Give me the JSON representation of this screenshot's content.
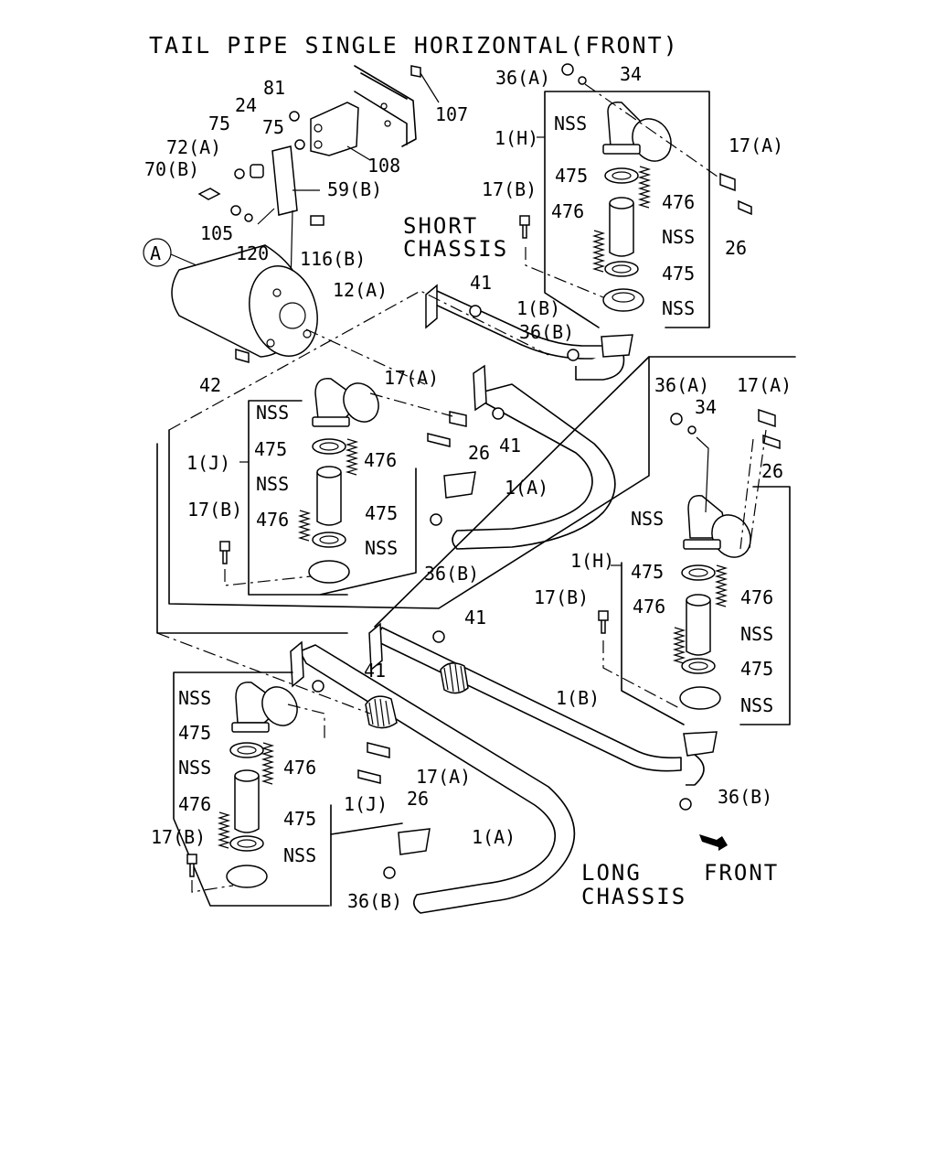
{
  "title": "TAIL PIPE SINGLE HORIZONTAL(FRONT)",
  "sections": {
    "short_chassis": [
      "SHORT",
      "CHASSIS"
    ],
    "long_chassis": [
      "LONG",
      "CHASSIS"
    ],
    "front": "FRONT",
    "view_marker": "A"
  },
  "callouts": {
    "top_bracket": [
      "107",
      "81",
      "24",
      "75",
      "75",
      "108",
      "72(A)",
      "70(B)",
      "59(B)",
      "105",
      "120",
      "116(B)",
      "12(A)",
      "42"
    ],
    "top_right_group": [
      "36(A)",
      "34",
      "1(H)",
      "NSS",
      "17(A)",
      "475",
      "476",
      "17(B)",
      "476",
      "NSS",
      "26",
      "475",
      "NSS"
    ],
    "short_chassis": [
      "41",
      "1(B)",
      "36(B)",
      "17(A)",
      "41",
      "26",
      "1(A)",
      "36(B)"
    ],
    "group_1j_upper": [
      "NSS",
      "1(J)",
      "475",
      "476",
      "NSS",
      "17(B)",
      "476",
      "475",
      "NSS"
    ],
    "right_group": [
      "36(A)",
      "34",
      "17(A)",
      "26",
      "NSS",
      "1(H)",
      "475",
      "476",
      "17(B)",
      "476",
      "NSS",
      "475",
      "NSS"
    ],
    "long_chassis": [
      "41",
      "41",
      "1(B)",
      "17(A)",
      "26",
      "1(A)",
      "36(B)",
      "36(B)"
    ],
    "group_1j_lower": [
      "NSS",
      "475",
      "NSS",
      "476",
      "476",
      "1(J)",
      "475",
      "17(B)",
      "NSS"
    ]
  }
}
